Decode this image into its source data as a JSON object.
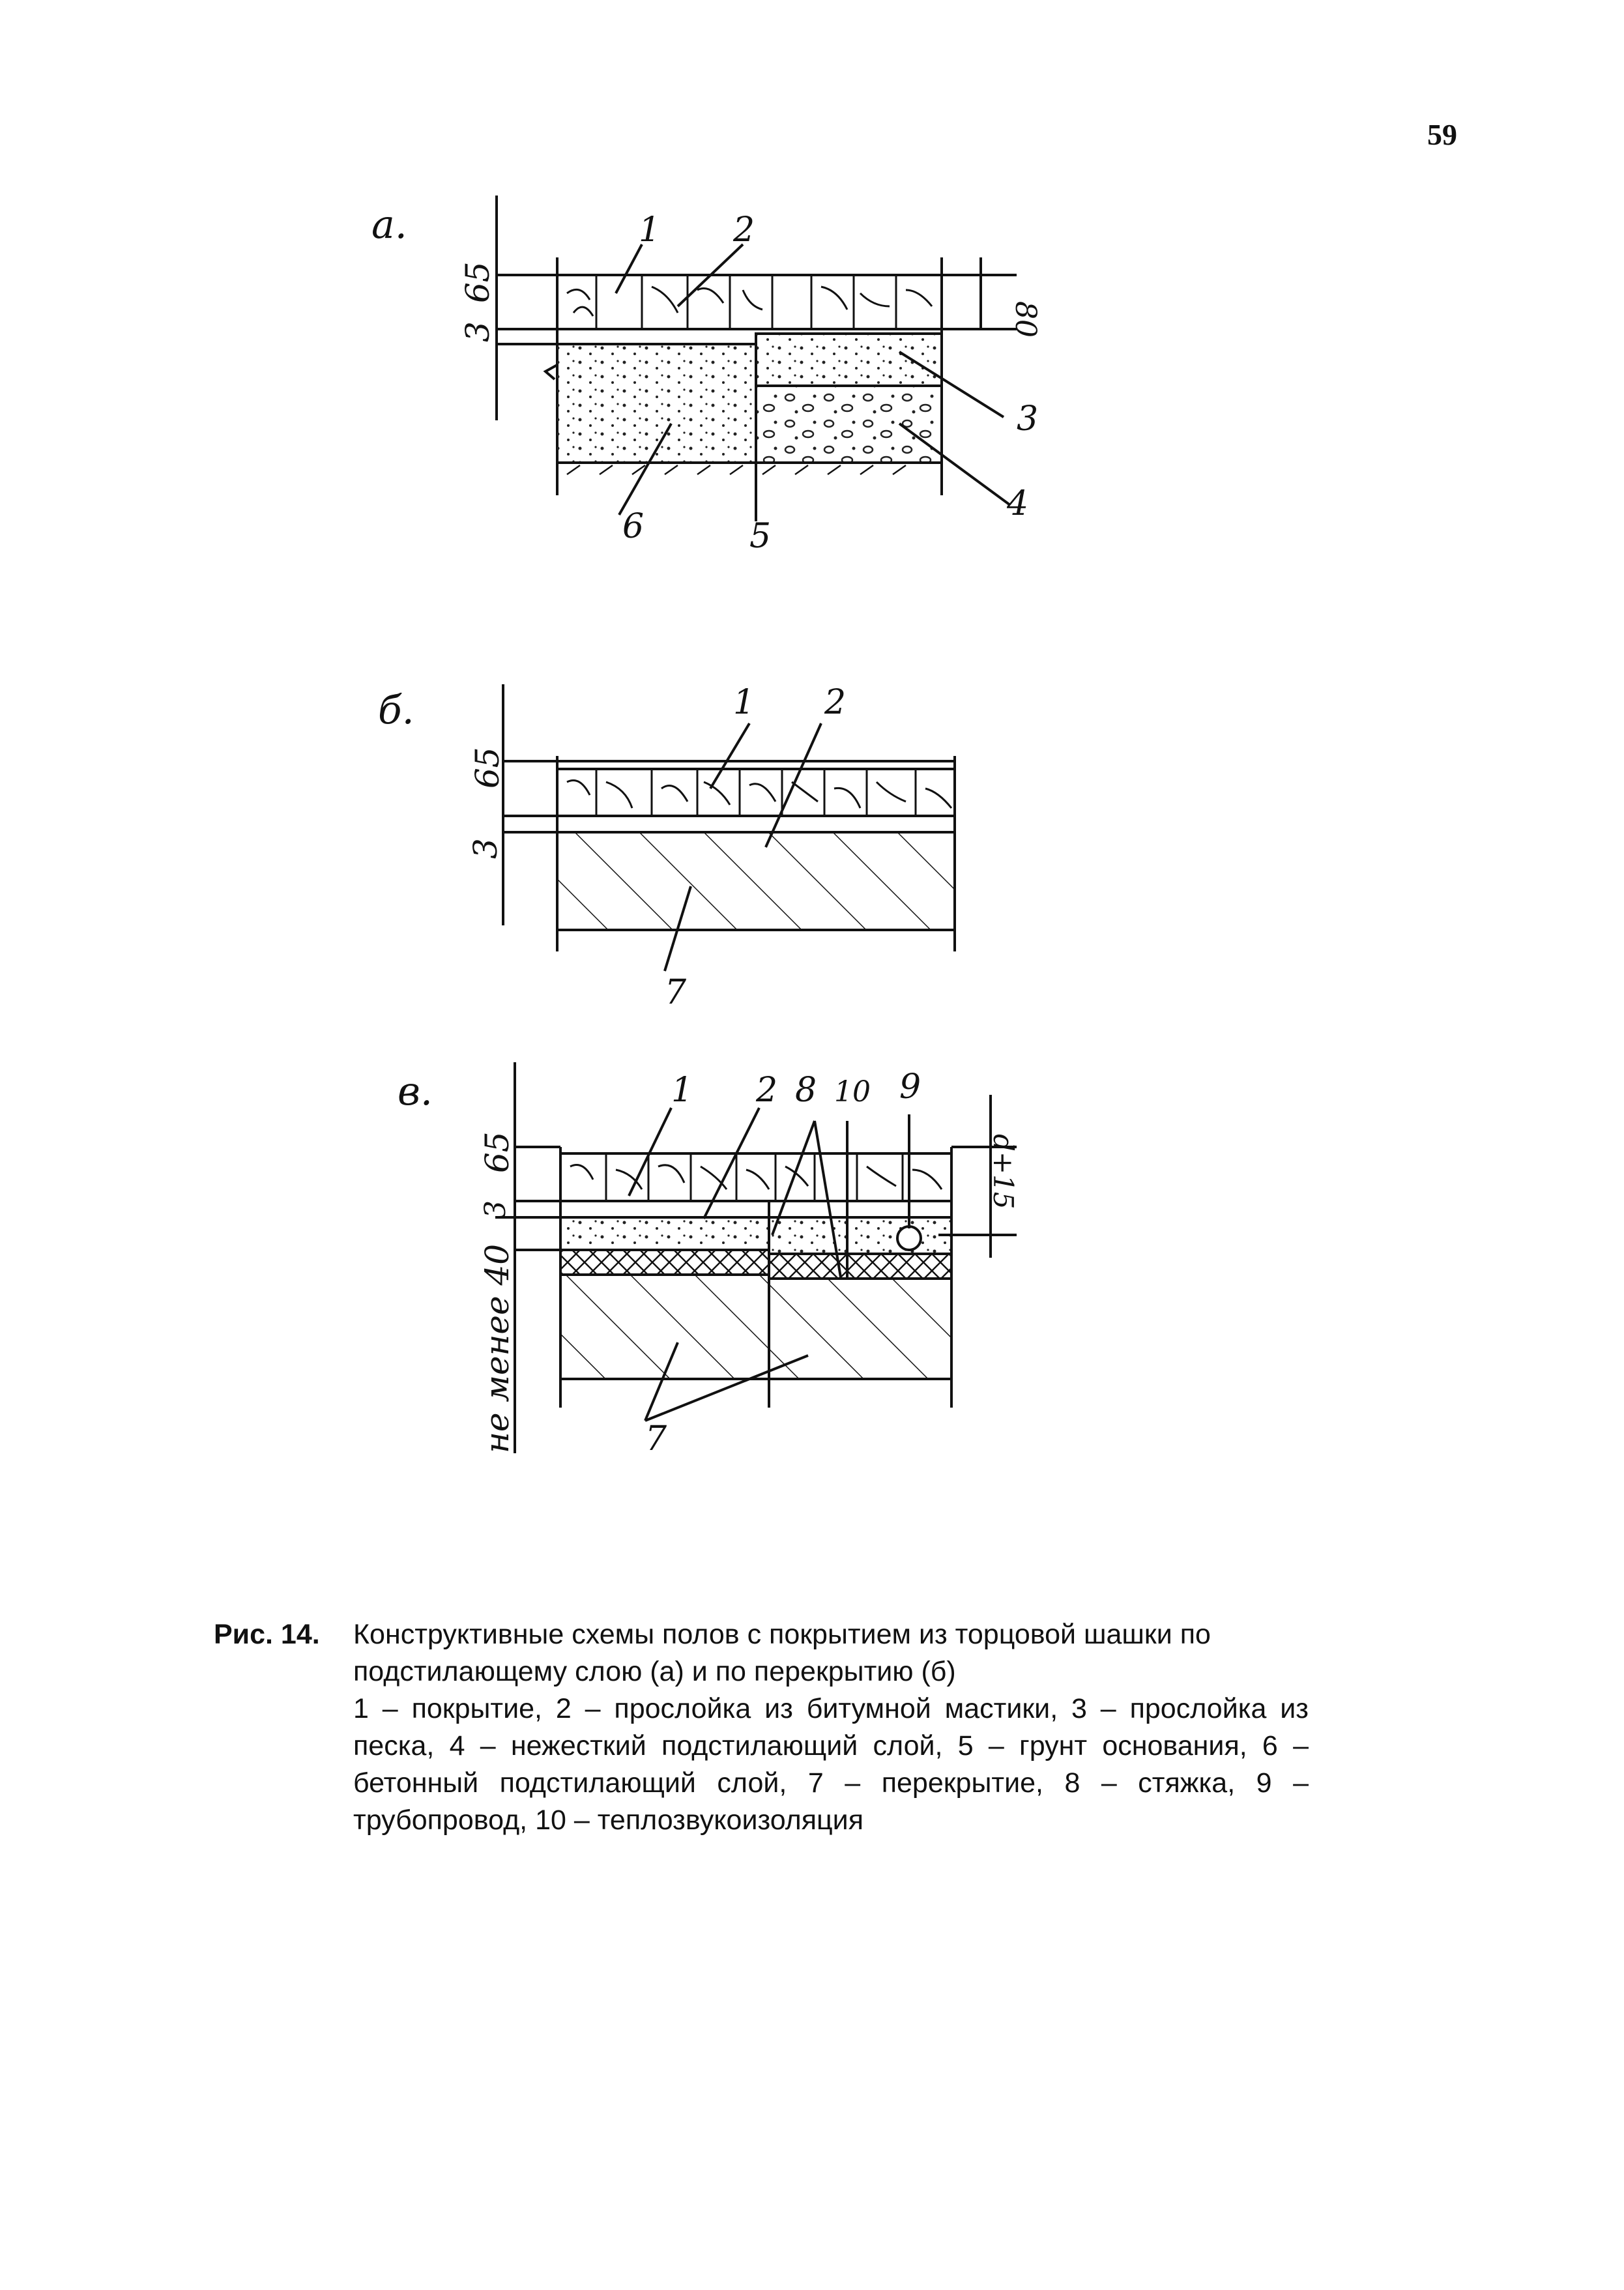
{
  "page_number": "59",
  "figure": {
    "a": {
      "panel_label": "а.",
      "dims": {
        "cover": "65",
        "interlayer": "3",
        "total": "80"
      },
      "callouts": [
        "1",
        "2",
        "3",
        "4",
        "5",
        "6"
      ]
    },
    "b": {
      "panel_label": "б.",
      "dims": {
        "cover": "65",
        "interlayer": "3"
      },
      "callouts": [
        "1",
        "2",
        "7"
      ]
    },
    "v": {
      "panel_label": "в.",
      "dims": {
        "cover": "65",
        "interlayer": "3",
        "screed": "не менее 40",
        "pipe": "d+15"
      },
      "callouts": [
        "1",
        "2",
        "8",
        "10",
        "9",
        "7"
      ]
    }
  },
  "caption": {
    "label": "Рис. 14.",
    "title_lines": [
      "Конструктивные схемы полов с покрытием из торцовой шашки по",
      "подстилающему слою (а) и по перекрытию (б)"
    ],
    "legend": "1 – покрытие, 2 – прослойка из битумной мастики, 3 – прослойка из песка, 4 – нежесткий подстилающий слой, 5 – грунт основания, 6 – бетонный подстилающий слой, 7 – перекрытие, 8 – стяжка, 9 – трубопровод, 10 – теплозвукоизоляция"
  }
}
